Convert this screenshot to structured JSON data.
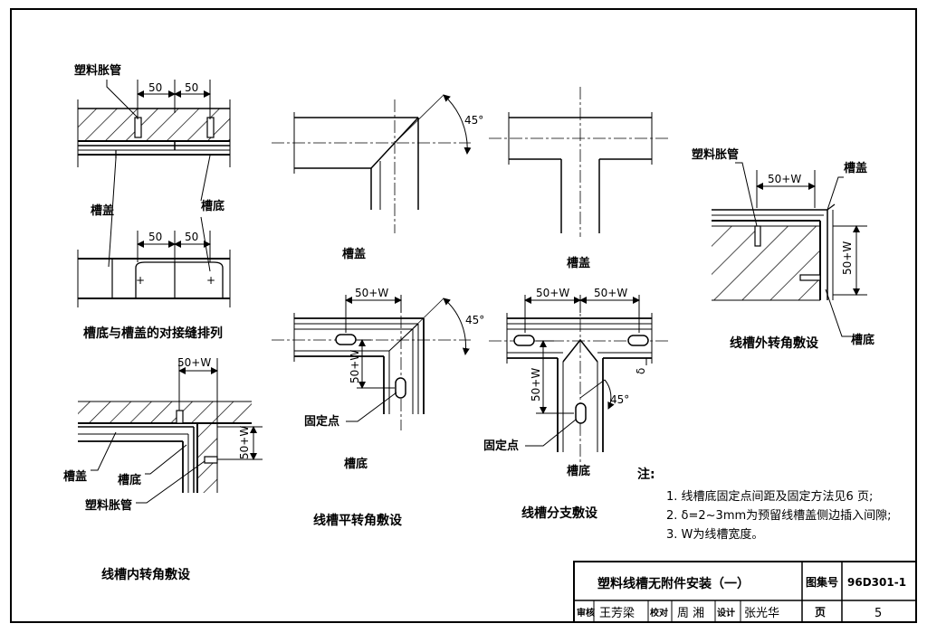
{
  "fig1": {
    "label_pipe": "塑料胀管",
    "dim_a": "50",
    "dim_b": "50",
    "label_cover": "槽盖",
    "label_base": "槽底",
    "dim_c": "50",
    "dim_d": "50",
    "caption": "槽底与槽盖的对接缝排列"
  },
  "fig2": {
    "angle": "45°",
    "label_cover": "槽盖",
    "dim_h": "50+W",
    "dim_v": "50+W",
    "label_fix": "固定点",
    "label_base": "槽底",
    "caption": "线槽平转角敷设"
  },
  "fig3": {
    "label_cover": "槽盖",
    "dim_h1": "50+W",
    "dim_h2": "50+W",
    "dim_v": "50+W",
    "dim_gap": "δ",
    "angle": "45°",
    "label_fix": "固定点",
    "label_base": "槽底",
    "caption": "线槽分支敷设"
  },
  "fig4": {
    "label_pipe": "塑料胀管",
    "dim_h": "50+W",
    "label_cover": "槽盖",
    "dim_v": "50+W",
    "caption": "线槽外转角敷设",
    "label_base": "槽底"
  },
  "fig5": {
    "dim_h": "50+W",
    "dim_v": "50+W",
    "label_cover": "槽盖",
    "label_base": "槽底",
    "label_pipe": "塑料胀管",
    "caption": "线槽内转角敷设"
  },
  "notes": {
    "title": "注:",
    "items": [
      "1. 线槽底固定点间距及固定方法见6 页;",
      "2. δ=2~3mm为预留线槽盖侧边插入间隙;",
      "3. W为线槽宽度。"
    ]
  },
  "title_block": {
    "title": "塑料线槽无附件安装（一）",
    "atlas_label": "图集号",
    "atlas_no": "96D301-1",
    "review": "审核",
    "review_sig": "王芳梁",
    "check": "校对",
    "check_sig": "周 湘",
    "design": "设计",
    "design_sig": "张光华",
    "page_label": "页",
    "page_no": "5"
  }
}
